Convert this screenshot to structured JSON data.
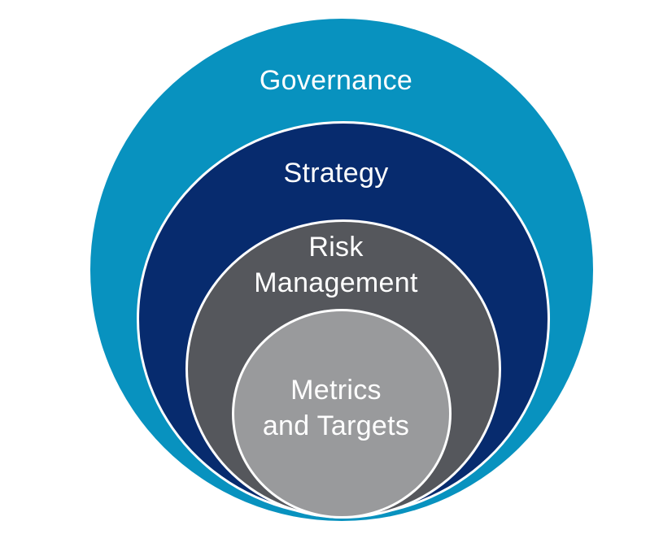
{
  "diagram": {
    "layers": [
      {
        "id": "governance",
        "lines": [
          "Governance"
        ],
        "color": "#0892bf"
      },
      {
        "id": "strategy",
        "lines": [
          "Strategy"
        ],
        "color": "#072b6e"
      },
      {
        "id": "risk-management",
        "lines": [
          "Risk",
          "Management"
        ],
        "color": "#55575c"
      },
      {
        "id": "metrics-and-targets",
        "lines": [
          "Metrics",
          "and Targets"
        ],
        "color": "#999a9c"
      }
    ],
    "border_color": "#ffffff",
    "text_color": "#ffffff"
  }
}
